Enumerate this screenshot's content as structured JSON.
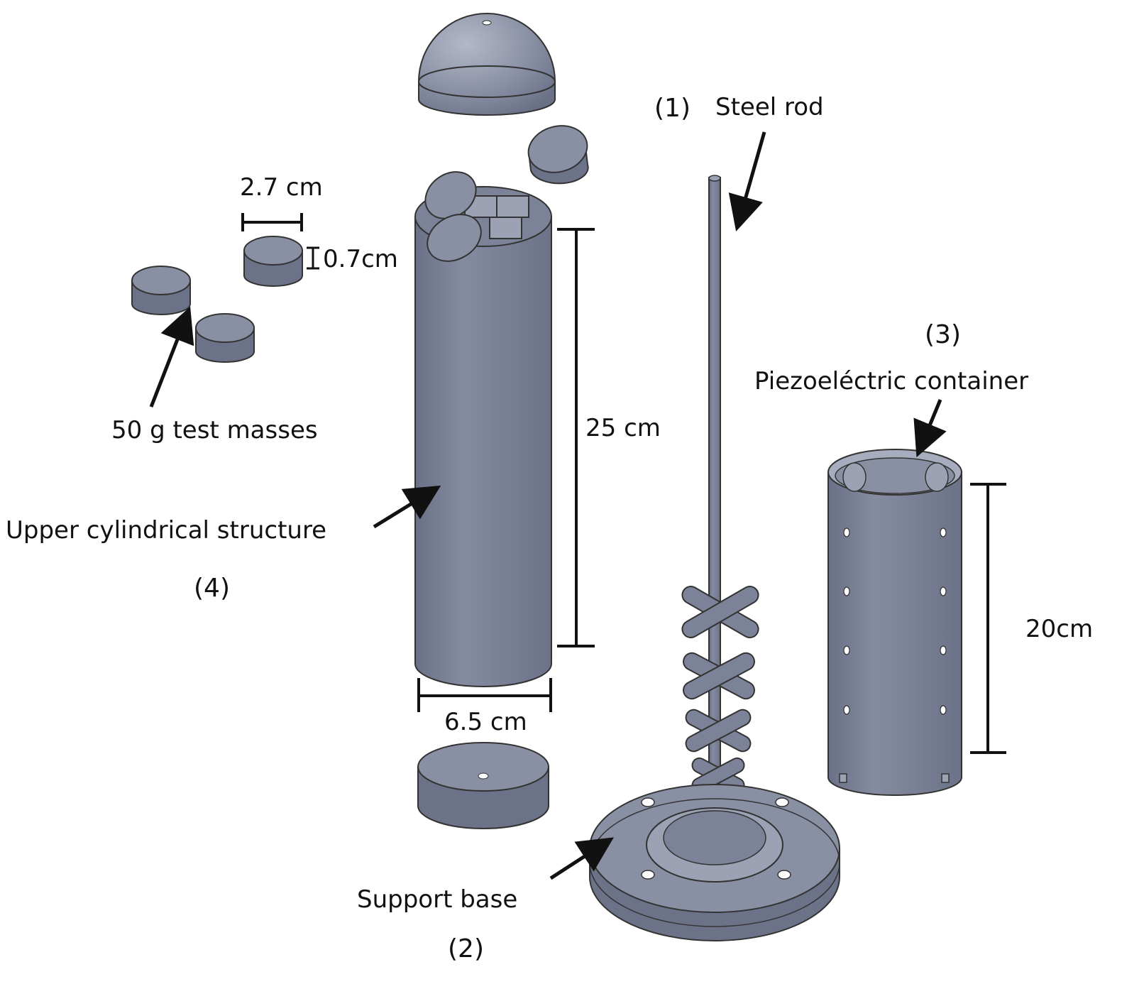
{
  "labels": {
    "steel_rod": "Steel rod",
    "steel_rod_num": "(1)",
    "support_base": "Support base",
    "support_base_num": "(2)",
    "piezo_container": "Piezoeléctric container",
    "piezo_num": "(3)",
    "upper_structure": "Upper cylindrical structure",
    "upper_num": "(4)",
    "test_masses": "50 g test masses"
  },
  "dimensions": {
    "mass_diameter": "2.7 cm",
    "mass_height": "0.7cm",
    "upper_height": "25 cm",
    "upper_diameter": "6.5 cm",
    "piezo_height": "20cm"
  },
  "colors": {
    "part_fill": "#7c8297",
    "part_dark": "#5f657a",
    "part_light": "#a0a6b9",
    "line": "#111111"
  }
}
